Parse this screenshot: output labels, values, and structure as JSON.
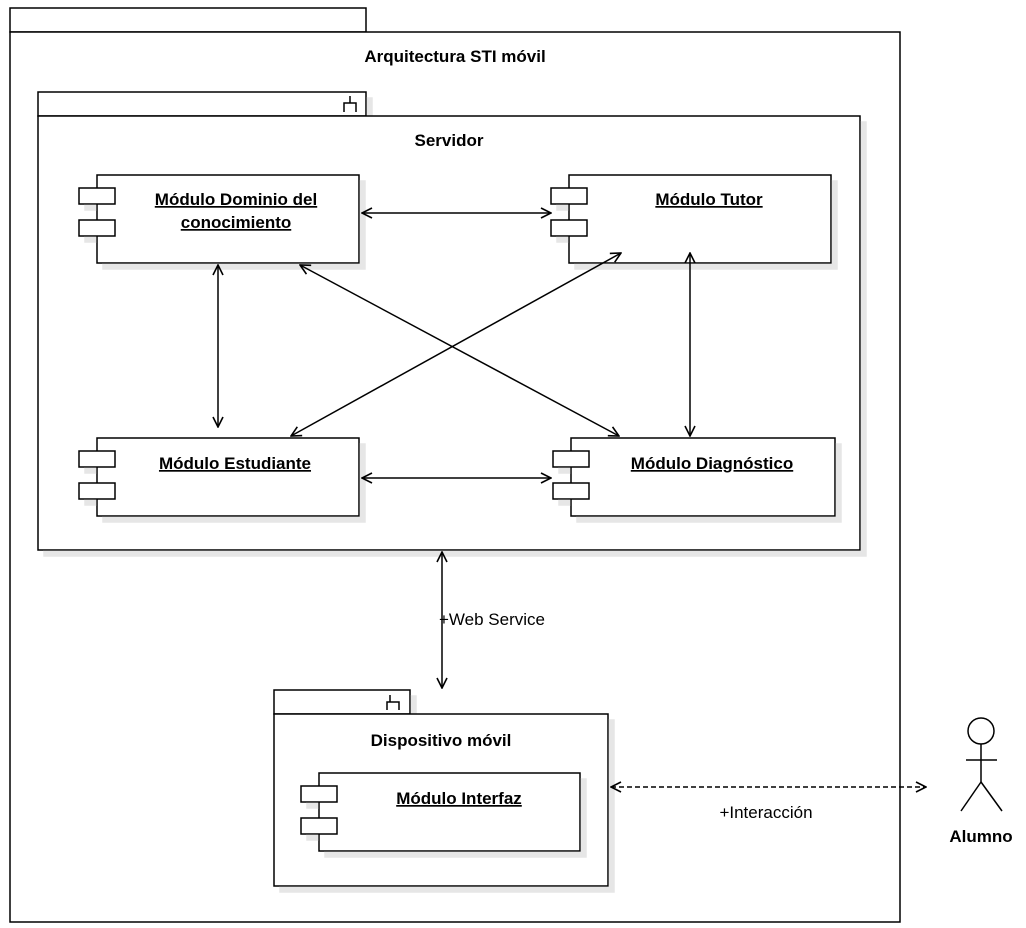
{
  "diagram": {
    "outer_package": {
      "label": "Arquitectura STI móvil"
    },
    "server_package": {
      "label": "Servidor"
    },
    "device_package": {
      "label": "Dispositivo móvil"
    },
    "components": {
      "dominio": {
        "line1": "Módulo Dominio del",
        "line2": "conocimiento"
      },
      "tutor": {
        "label": "Módulo Tutor"
      },
      "estudiante": {
        "label": "Módulo Estudiante"
      },
      "diagnostico": {
        "label": "Módulo Diagnóstico"
      },
      "interfaz": {
        "label": "Módulo Interfaz"
      }
    },
    "connectors": {
      "web_service": "+Web Service",
      "interaccion": "+Interacción"
    },
    "actor": {
      "label": "Alumno"
    }
  }
}
